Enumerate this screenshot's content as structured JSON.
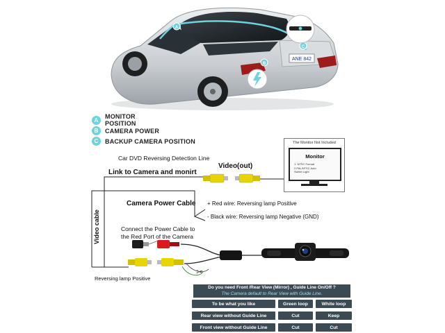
{
  "car": {
    "plate": "ANE 842"
  },
  "legend": [
    {
      "letter": "A",
      "text": "MONITOR POSITION"
    },
    {
      "letter": "B",
      "text": "CAMERA POWER"
    },
    {
      "letter": "C",
      "text": "BACKUP CAMERA POSITION"
    }
  ],
  "diagram": {
    "dvd_line": "Car DVD Reversing Detection Line",
    "video_out": "Video(out)",
    "link_camera": "Link to Camera and monirt",
    "monitor_not_included": "The Monitor Not Included",
    "monitor_title": "Monitor",
    "monitor_note1": "1. NTSC Format",
    "monitor_note2": "2.PAL/NTSC Auto Switch Light",
    "power_cable": "Camera Power Cable",
    "red_wire": "+ Red wire: Reversing lamp Positive",
    "black_wire": "- Black wire: Reversing lamp Negative (GND)",
    "video_cable": "Video cable",
    "connect_power_line1": "Connect the Power Cable to",
    "connect_power_line2": "the Red Port of the Camera",
    "reversing_lamp": "Reversing lamp Positive"
  },
  "options_panel": {
    "title": "Do you need Front /Rear View (Mirror) , Guide Line On/Off ?",
    "subtitle": "The Camera default to Rear View with Guide Line.",
    "rows": [
      [
        "To be what you like",
        "Green loop",
        "White loop"
      ],
      [
        "Rear view without Guide Line",
        "Cut",
        "Keep"
      ],
      [
        "Front view without Guide Line",
        "Cut",
        "Cut"
      ]
    ]
  },
  "colors": {
    "accent": "#6fd3dd",
    "panel": "#3b4a53",
    "connector_yellow": "#e8d400",
    "connector_red": "#d81c1c"
  }
}
